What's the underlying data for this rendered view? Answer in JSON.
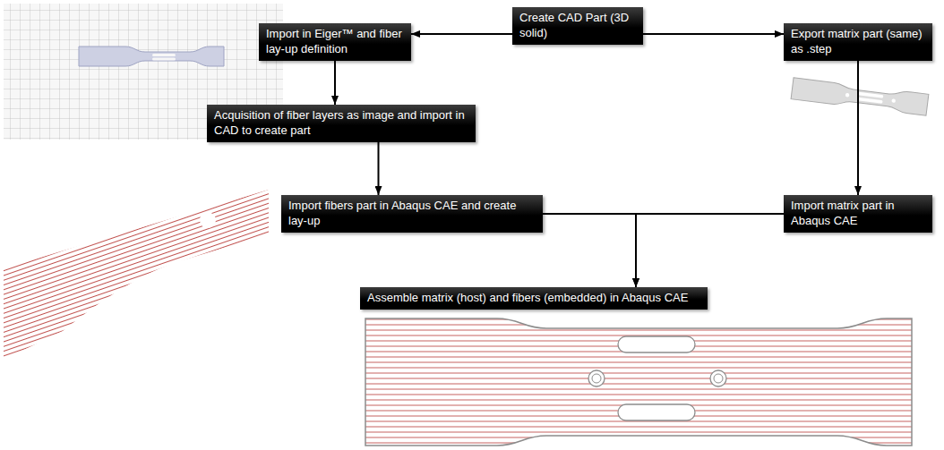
{
  "diagram": {
    "nodes": [
      {
        "text": [
          "Create CAD Part (3D solid)"
        ]
      },
      {
        "text": [
          "Import in Eiger™ and fiber lay-up definition"
        ]
      },
      {
        "text": [
          "Export matrix part (same) as .step"
        ]
      },
      {
        "text": [
          "Acquisition of fiber layers as image and import in CAD to create part"
        ]
      },
      {
        "text": [
          "Import fibers part in Abaqus CAE and create lay-up"
        ]
      },
      {
        "text": [
          "Import matrix part in Abaqus CAE"
        ]
      },
      {
        "text": [
          "Assemble matrix (host) and fibers (embedded) in Abaqus CAE"
        ]
      }
    ],
    "edges": [
      {
        "from": 0,
        "to": 1,
        "arrow": "to"
      },
      {
        "from": 0,
        "to": 2,
        "arrow": "to"
      },
      {
        "from": 1,
        "to": 3,
        "arrow": "to"
      },
      {
        "from": 3,
        "to": 4,
        "arrow": "to"
      },
      {
        "from": 2,
        "to": 5,
        "arrow": "to"
      },
      {
        "from": 4,
        "to": 6,
        "arrow": "to"
      },
      {
        "from": 5,
        "to": 6,
        "arrow": "to"
      }
    ]
  }
}
